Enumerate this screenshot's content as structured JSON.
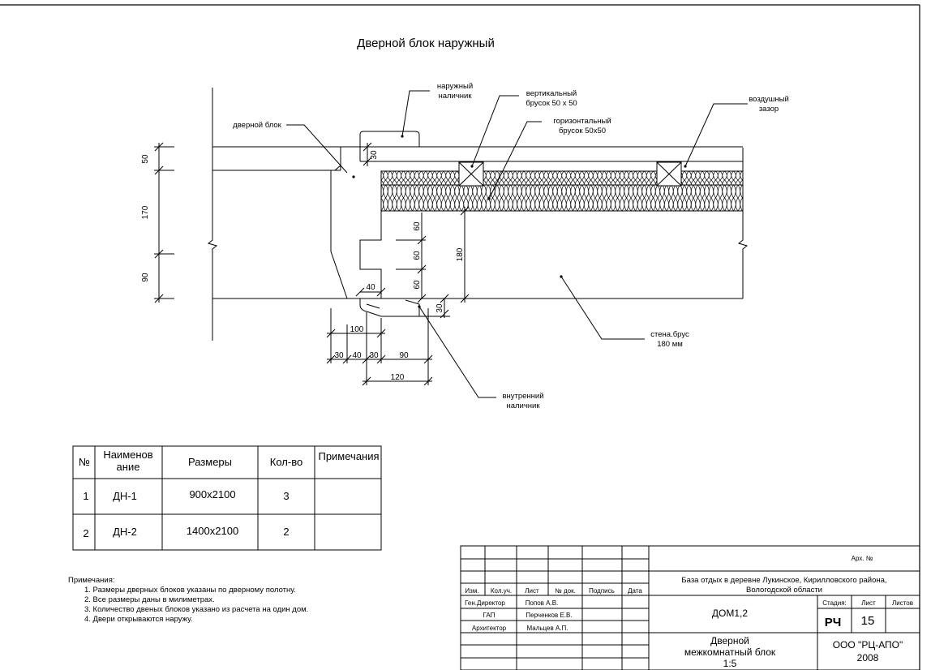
{
  "drawing": {
    "title": "Дверной блок наружный",
    "labels": {
      "outer_trim_1": "наружный",
      "outer_trim_2": "наличник",
      "vertical_bar_1": "вертикальный",
      "vertical_bar_2": "брусок 50 х 50",
      "horizontal_bar_1": "горизонтальный",
      "horizontal_bar_2": "брусок 50х50",
      "air_gap_1": "воздушный",
      "air_gap_2": "зазор",
      "door_block": "дверной блок",
      "wall_1": "стена.брус",
      "wall_2": "180 мм",
      "inner_trim_1": "внутренний",
      "inner_trim_2": "наличник"
    },
    "dims": {
      "d50": "50",
      "d170": "170",
      "d90": "90",
      "d30a": "30",
      "d60a": "60",
      "d60b": "60",
      "d60c": "60",
      "d180": "180",
      "d40": "40",
      "d30b": "30",
      "d100": "100",
      "c30a": "30",
      "c40": "40",
      "c30b": "30",
      "c90": "90",
      "d120": "120"
    }
  },
  "spec_table": {
    "headers": [
      "№",
      "Наименов ание",
      "Размеры",
      "Кол-во",
      "Примечания"
    ],
    "rows": [
      [
        "1",
        "ДН-1",
        "900х2100",
        "3",
        ""
      ],
      [
        "2",
        "ДН-2",
        "1400х2100",
        "2",
        ""
      ]
    ]
  },
  "notes": {
    "heading": "Примечания:",
    "items": [
      "1. Размеры дверных блоков указаны по дверному полотну.",
      "2. Все размеры даны в милиметрах.",
      "3. Количество двеных блоков указано из расчета на один дом.",
      "4. Двери открываются наружу."
    ]
  },
  "title_block": {
    "arch_no": "Арх. №",
    "headers": [
      "Изм.",
      "Кол.уч.",
      "Лист",
      "№ док.",
      "Подпись",
      "Дата"
    ],
    "project_1": "База отдых в деревне Лукинское, Кирилловского района,",
    "project_2": "Вологодской области",
    "roles": [
      {
        "role": "Ген.Директор",
        "name": "Попов А.В."
      },
      {
        "role": "ГАП",
        "name": "Перченков Е.В."
      },
      {
        "role": "Архитектор",
        "name": "Мальцев А.П."
      }
    ],
    "building": "ДОМ1,2",
    "stage_label": "Стадия:",
    "sheet_label": "Лист",
    "sheets_label": "Листов",
    "stage": "РЧ",
    "sheet": "15",
    "sheets": "",
    "drawing_name_1": "Дверной",
    "drawing_name_2": "межкомнатный блок",
    "scale": "1:5",
    "company": "ООО \"РЦ-АПО\"",
    "year": "2008"
  }
}
